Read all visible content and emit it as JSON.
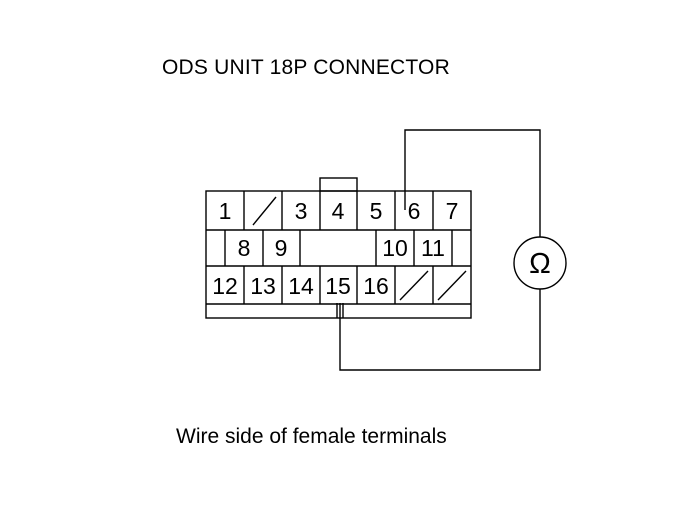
{
  "diagram": {
    "title": "ODS UNIT 18P CONNECTOR",
    "caption": "Wire side of female terminals",
    "meter_symbol": "Ω",
    "terminals": {
      "row1": [
        "1",
        "",
        "3",
        "4",
        "5",
        "6",
        "7"
      ],
      "row2": [
        "8",
        "9",
        "10",
        "11"
      ],
      "row3": [
        "12",
        "13",
        "14",
        "15",
        "16"
      ]
    },
    "probe_terminals": [
      "6",
      "15"
    ],
    "line_color": "#000000"
  }
}
